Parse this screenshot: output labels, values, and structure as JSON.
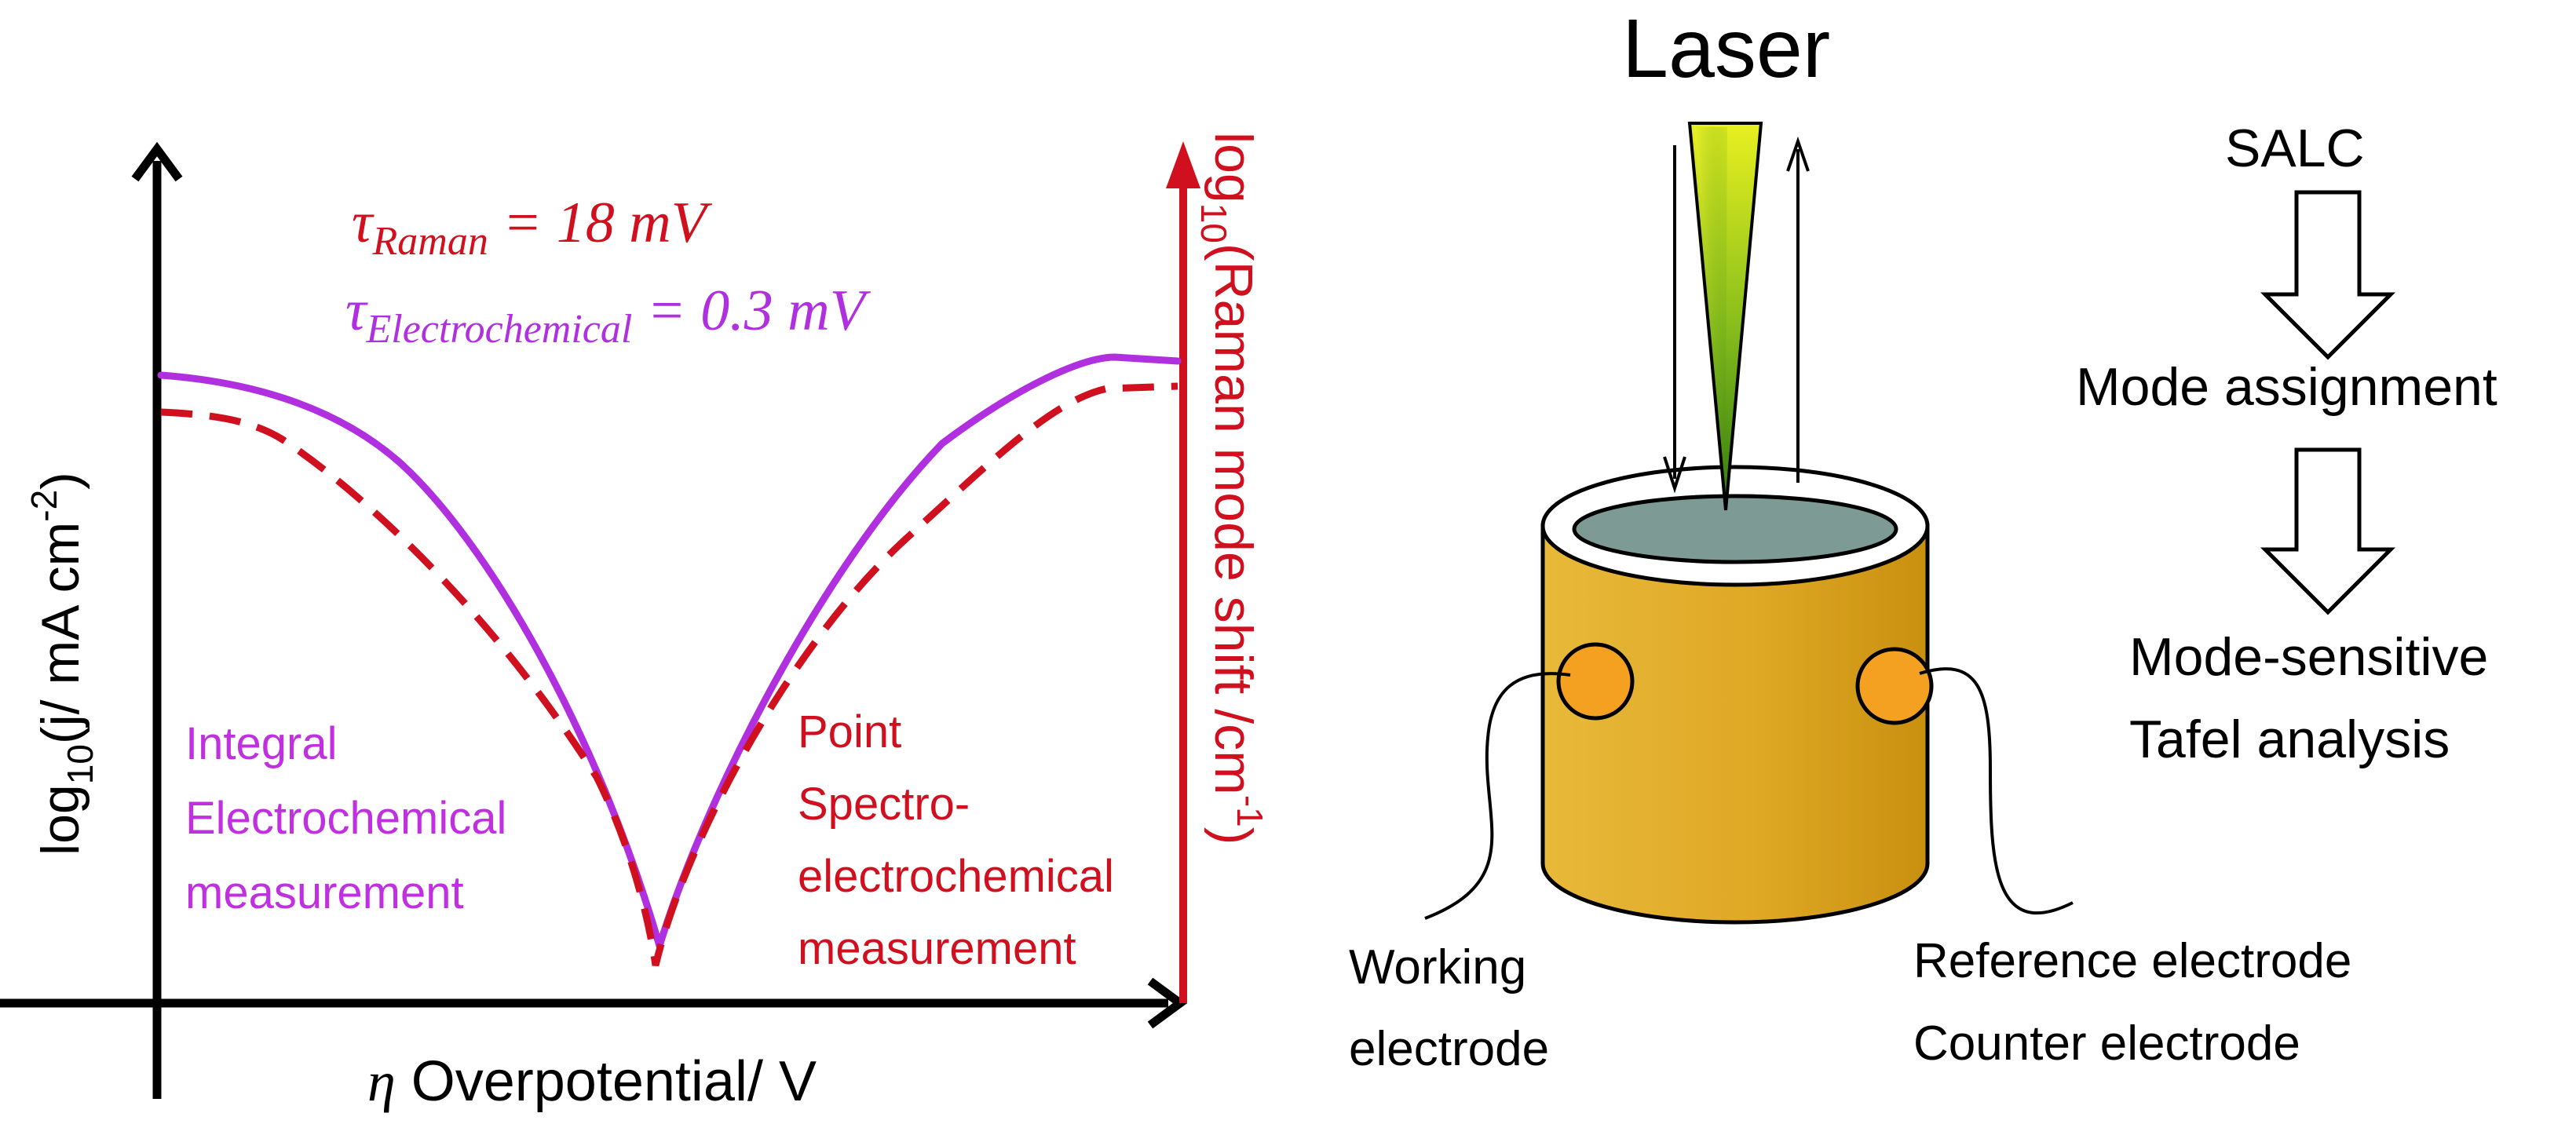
{
  "plot": {
    "y_axis_label_main": "log",
    "y_axis_label_sub": "10",
    "y_axis_label_rest": "(j/ mA cm",
    "y_axis_label_sup": "-2",
    "y_axis_label_end": ")",
    "right_axis_label_main": "log",
    "right_axis_label_sub": "10",
    "right_axis_label_rest": "(Raman mode shift /cm",
    "right_axis_label_sup": "-1",
    "right_axis_label_end": ")",
    "x_axis_symbol": "η",
    "x_axis_label": " Overpotential/ V",
    "tau_raman_symbol": "τ",
    "tau_raman_sub": "Raman",
    "tau_raman_value": " = 18 mV",
    "tau_echem_symbol": "τ",
    "tau_echem_sub": "Electrochemical",
    "tau_echem_value": " = 0.3 mV",
    "integral_line1": "Integral",
    "integral_line2": "Electrochemical",
    "integral_line3": "measurement",
    "point_line1": "Point",
    "point_line2": "Spectro-",
    "point_line3": "electrochemical",
    "point_line4": "measurement"
  },
  "cell": {
    "laser_label": "Laser",
    "working_line1": "Working",
    "working_line2": "electrode",
    "reference_label": "Reference electrode",
    "counter_label": "Counter electrode"
  },
  "flow": {
    "step1": "SALC",
    "step2": "Mode assignment",
    "step3_line1": "Mode-sensitive",
    "step3_line2": "Tafel analysis"
  },
  "colors": {
    "electrochemical": "#b030e0",
    "raman": "#d0101e",
    "cell_body": "#dda521",
    "electrode_disk": "#f4a020",
    "cell_top": "#7d9a94"
  }
}
